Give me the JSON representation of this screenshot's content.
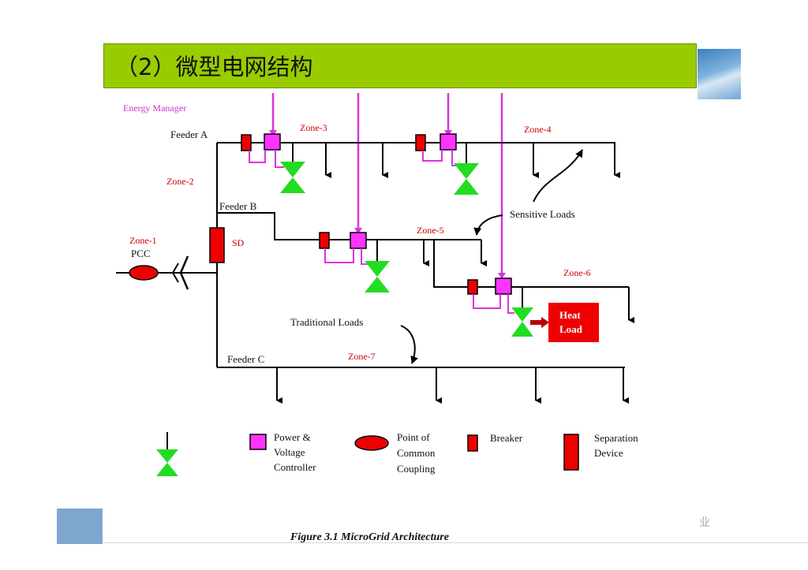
{
  "slide": {
    "title": "（2）微型电网结构",
    "caption": "Figure 3.1 MicroGrid Architecture",
    "logo_glyph": "业"
  },
  "diagram": {
    "energy_manager": "Energy Manager",
    "feeders": {
      "a": "Feeder A",
      "b": "Feeder B",
      "c": "Feeder C"
    },
    "zones": [
      "Zone-1",
      "Zone-2",
      "Zone-3",
      "Zone-4",
      "Zone-5",
      "Zone-6",
      "Zone-7"
    ],
    "pcc": "PCC",
    "sd": "SD",
    "sensitive_loads": "Sensitive Loads",
    "traditional_loads": "Traditional Loads",
    "heat_load": [
      "Heat",
      "Load"
    ]
  },
  "legend": {
    "pvc": [
      "Power &",
      "Voltage",
      "Controller"
    ],
    "pcc": [
      "Point of",
      "Common",
      "Coupling"
    ],
    "breaker": "Breaker",
    "separation": [
      "Separation",
      "Device"
    ]
  },
  "colors": {
    "title_bg": "#99cc00",
    "controller": "#ff33ff",
    "manager_line": "#cc33cc",
    "source": "#22dd22",
    "device": "#ee0000",
    "zone_text": "#cc0000"
  }
}
